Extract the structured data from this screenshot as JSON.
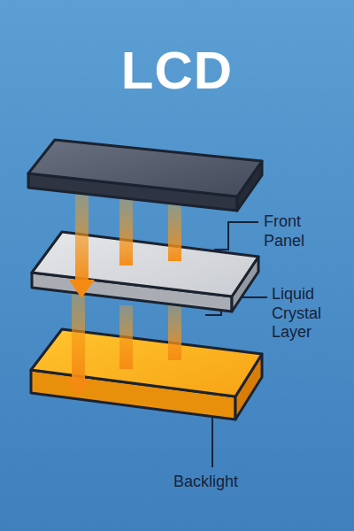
{
  "diagram": {
    "title": "LCD",
    "labels": [
      "Front Panel",
      "Liquid Crystal Layer",
      "Backlight"
    ]
  }
}
